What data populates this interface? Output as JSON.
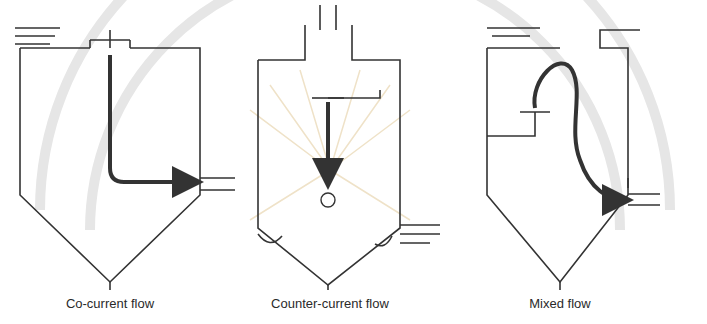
{
  "diagram": {
    "labels": [
      "Co-current flow",
      "Counter-current flow",
      "Mixed flow"
    ]
  }
}
